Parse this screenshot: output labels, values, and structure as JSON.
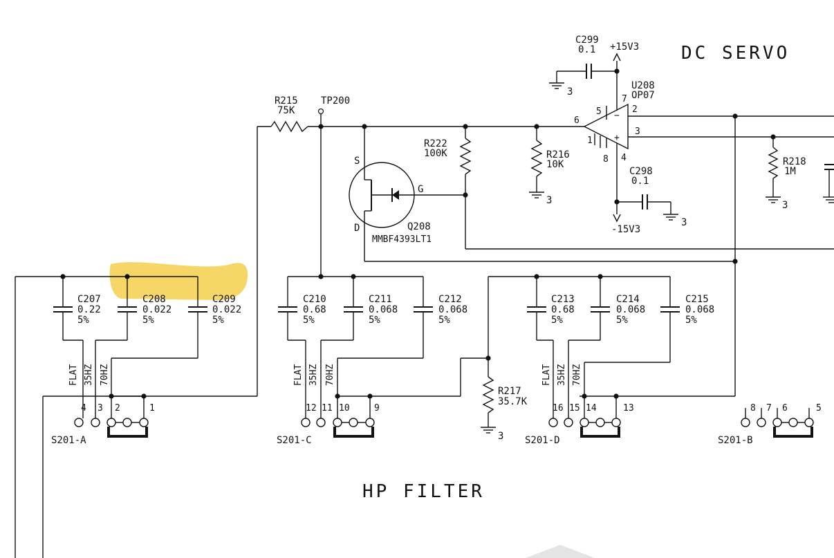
{
  "titles": {
    "dc_servo": "DC SERVO",
    "hp_filter": "HP FILTER"
  },
  "colors": {
    "line": "#111111",
    "highlight": "#f3cb3b",
    "background": "#ffffff"
  },
  "parts": {
    "c299": {
      "ref": "C299",
      "value": "0.1"
    },
    "pos_rail": "+15V3",
    "neg_rail": "-15V3",
    "u208": {
      "ref": "U208",
      "value": "OP07",
      "pins": [
        "7",
        "5",
        "2",
        "6",
        "3",
        "1",
        "8",
        "4"
      ]
    },
    "r215": {
      "ref": "R215",
      "value": "75K"
    },
    "tp200": "TP200",
    "r222": {
      "ref": "R222",
      "value": "100K"
    },
    "r216": {
      "ref": "R216",
      "value": "10K"
    },
    "c298": {
      "ref": "C298",
      "value": "0.1"
    },
    "r218": {
      "ref": "R218",
      "value": "1M"
    },
    "q208": {
      "ref": "Q208",
      "value": "MMBF4393LT1",
      "s": "S",
      "g": "G",
      "d": "D"
    },
    "r217": {
      "ref": "R217",
      "value": "35.7K"
    },
    "gnd": "3",
    "caps": [
      {
        "ref": "C207",
        "value": "0.22",
        "tol": "5%"
      },
      {
        "ref": "C208",
        "value": "0.022",
        "tol": "5%"
      },
      {
        "ref": "C209",
        "value": "0.022",
        "tol": "5%"
      },
      {
        "ref": "C210",
        "value": "0.68",
        "tol": "5%"
      },
      {
        "ref": "C211",
        "value": "0.068",
        "tol": "5%"
      },
      {
        "ref": "C212",
        "value": "0.068",
        "tol": "5%"
      },
      {
        "ref": "C213",
        "value": "0.68",
        "tol": "5%"
      },
      {
        "ref": "C214",
        "value": "0.068",
        "tol": "5%"
      },
      {
        "ref": "C215",
        "value": "0.068",
        "tol": "5%"
      }
    ],
    "switch_labels": {
      "flat": "FLAT",
      "hz35": "35HZ",
      "hz70": "70HZ"
    },
    "switches": [
      {
        "name": "S201-A",
        "pins": [
          "4",
          "3",
          "2",
          "1"
        ]
      },
      {
        "name": "S201-C",
        "pins": [
          "12",
          "11",
          "10",
          "9"
        ]
      },
      {
        "name": "S201-D",
        "pins": [
          "16",
          "15",
          "14",
          "13"
        ]
      },
      {
        "name": "S201-B",
        "pins": [
          "8",
          "7",
          "6",
          "5"
        ]
      }
    ]
  }
}
